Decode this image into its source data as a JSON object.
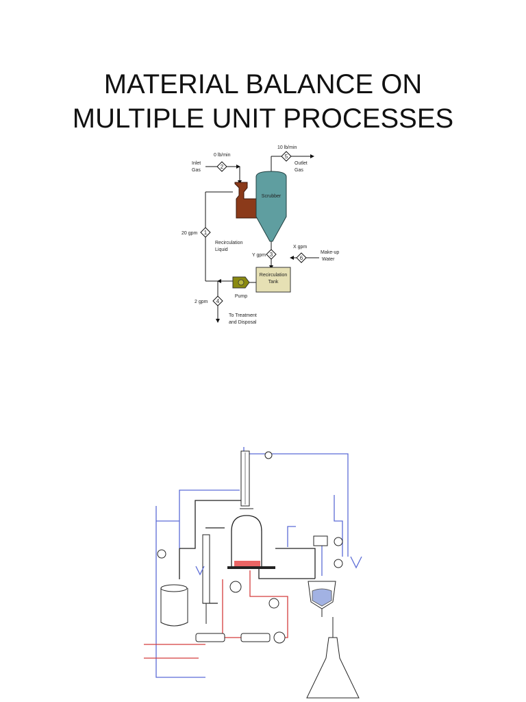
{
  "slide": {
    "title_line1": "MATERIAL BALANCE ON",
    "title_line2": "MULTIPLE UNIT PROCESSES"
  },
  "flow_diagram": {
    "labels": {
      "inlet_flow": "0 lb/min",
      "outlet_flow": "10 lb/min",
      "inlet_gas_1": "Inlet",
      "inlet_gas_2": "Gas",
      "outlet_gas_1": "Outlet",
      "outlet_gas_2": "Gas",
      "scrubber": "Scrubber",
      "recirc_flow": "20 gpm",
      "recirc_liquid_1": "Recirculation",
      "recirc_liquid_2": "Liquid",
      "y_flow": "Y gpm",
      "x_flow": "X gpm",
      "makeup_1": "Make-up",
      "makeup_2": "Water",
      "tank_1": "Recirculation",
      "tank_2": "Tank",
      "pump": "Pump",
      "disposal_flow": "2 gpm",
      "disposal_1": "To Treatment",
      "disposal_2": "and Disposal"
    },
    "streams": {
      "s1": "1",
      "s2": "2",
      "s3": "3",
      "s4": "4",
      "s5": "5",
      "s6": "6"
    },
    "colors": {
      "scrubber": "#5f9ea0",
      "venturi": "#8b3a1a",
      "tank": "#e6e0b4",
      "pump": "#8a8a10"
    }
  }
}
